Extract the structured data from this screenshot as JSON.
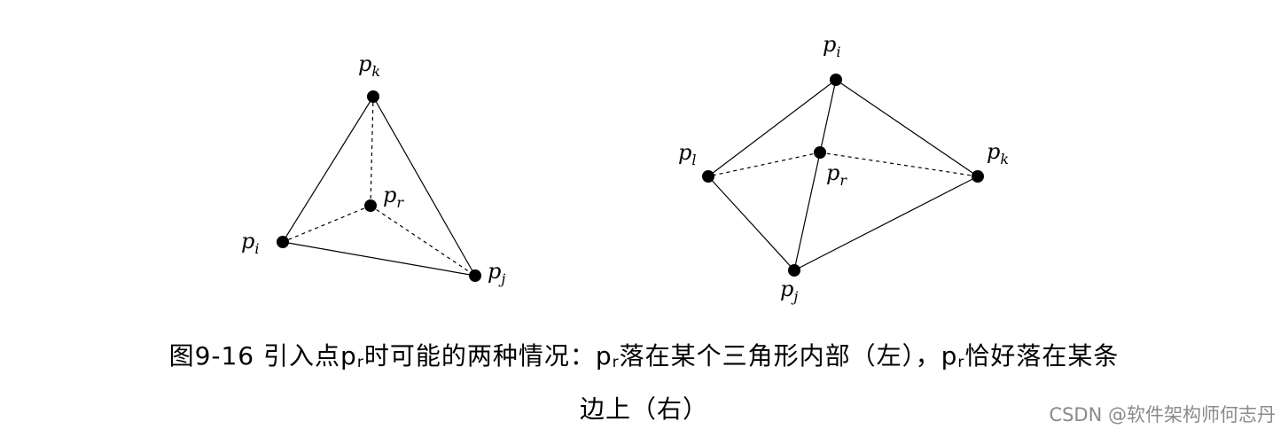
{
  "caption": {
    "line1_prefix": "图9-16 引入点",
    "line1_mid": "时可能的两种情况：",
    "line1_mid2": "落在某个三角形内部（左），",
    "line1_suffix": "恰好落在某条",
    "line2": "边上（右）",
    "point_base": "p",
    "point_sub": "r"
  },
  "watermark": "CSDN @软件架构师何志丹",
  "diagrams": {
    "left": {
      "labels": {
        "pk": {
          "base": "p",
          "sub": "k"
        },
        "pr": {
          "base": "p",
          "sub": "r"
        },
        "pi": {
          "base": "p",
          "sub": "i"
        },
        "pj": {
          "base": "p",
          "sub": "j"
        }
      }
    },
    "right": {
      "labels": {
        "pi": {
          "base": "p",
          "sub": "i"
        },
        "pl": {
          "base": "p",
          "sub": "l"
        },
        "pr": {
          "base": "p",
          "sub": "r"
        },
        "pk": {
          "base": "p",
          "sub": "k"
        },
        "pj": {
          "base": "p",
          "sub": "j"
        }
      }
    }
  }
}
